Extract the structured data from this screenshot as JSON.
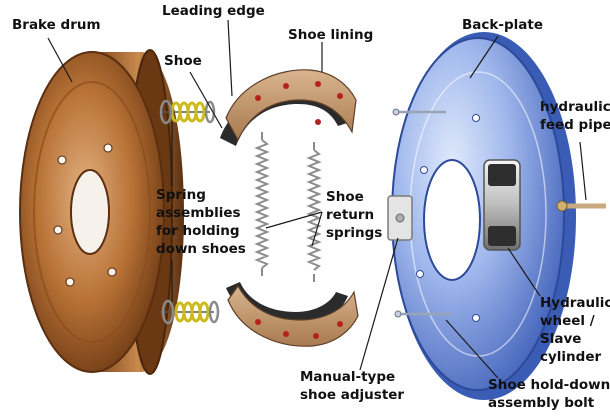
{
  "labels": {
    "brake_drum": "Brake drum",
    "leading_edge": "Leading edge",
    "shoe": "Shoe",
    "shoe_lining": "Shoe lining",
    "back_plate": "Back-plate",
    "hydraulic_feed_pipe": "hydraulic\nfeed pipe",
    "shoe_return_springs": "Shoe\nreturn\nsprings",
    "spring_assemblies": "Spring\nassemblies\nfor holding\ndown shoes",
    "hydraulic_wheel": "Hydraulic\nwheel /\nSlave\ncylinder",
    "manual_adjuster": "Manual-type\nshoe adjuster",
    "hold_down_bolt": "Shoe hold-down\nassembly bolt"
  },
  "colors": {
    "drum": "#a8662e",
    "shoe_lining": "#c8a07c",
    "shoe_metal": "#2a2a2a",
    "back_plate": "#5d80d6",
    "spring_yellow": "#d8c62a",
    "leader_line": "#1a1a1a"
  }
}
